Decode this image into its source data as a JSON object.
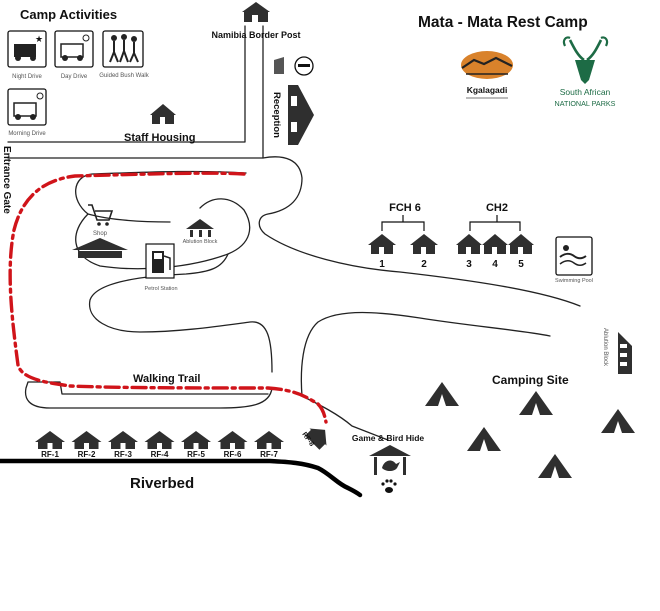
{
  "map": {
    "title": "Mata - Mata Rest Camp",
    "legend": {
      "heading": "Camp Activities",
      "items": [
        {
          "id": "night-drive",
          "label": "Night Drive"
        },
        {
          "id": "day-drive",
          "label": "Day Drive"
        },
        {
          "id": "guided-bush-walk",
          "label": "Guided Bush Walk"
        },
        {
          "id": "morning-drive",
          "label": "Morning Drive"
        }
      ]
    },
    "logos": {
      "kgalagadi": "Kgalagadi",
      "sanparks_line1": "South African",
      "sanparks_line2": "NATIONAL PARKS"
    },
    "labels": {
      "border_post": "Namibia Border Post",
      "reception": "Reception",
      "staff_housing": "Staff Housing",
      "entrance_gate": "Entrance Gate",
      "shop": "Shop",
      "ablution_block": "Ablution Block",
      "petrol_station": "Petrol Station",
      "walking_trail": "Walking Trail",
      "camping_site": "Camping Site",
      "ablution_block_east": "Ablution Block",
      "swimming_pool": "Swimming Pool",
      "game_bird_hide": "Game & Bird Hide",
      "riverbed": "Riverbed",
      "rf8": "RF-8"
    },
    "fch_group": {
      "label": "FCH 6",
      "units": [
        "1",
        "2"
      ]
    },
    "ch_group": {
      "label": "CH2",
      "units": [
        "3",
        "4",
        "5"
      ]
    },
    "river_front_units": [
      "RF-1",
      "RF-2",
      "RF-3",
      "RF-4",
      "RF-5",
      "RF-6",
      "RF-7"
    ]
  }
}
